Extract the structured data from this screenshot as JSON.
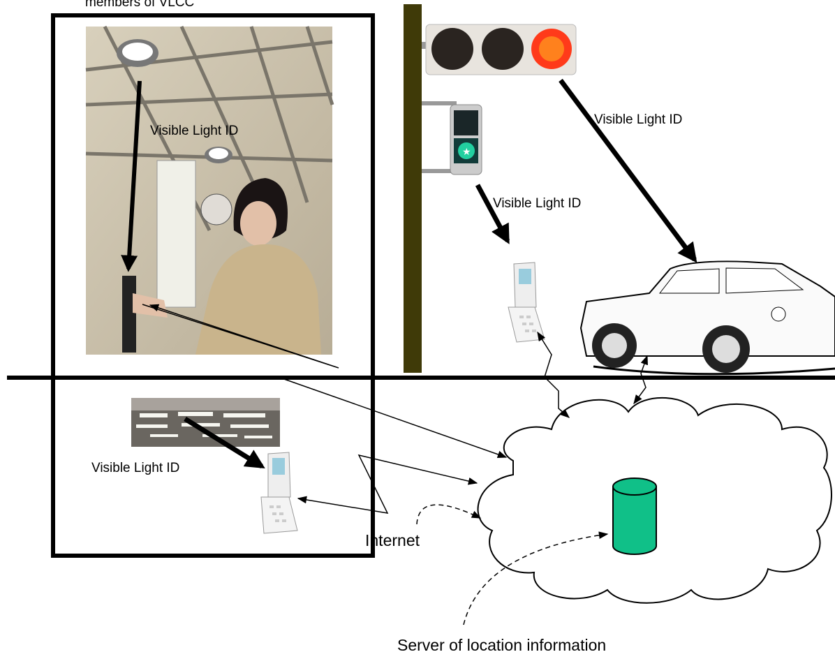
{
  "labels": {
    "top_caption": "members of VLCC",
    "vlid_indoor": "Visible Light ID",
    "vlid_traffic_signal": "Visible Light ID",
    "vlid_pedestrian_signal": "Visible Light ID",
    "vlid_office": "Visible Light ID",
    "internet": "Internet",
    "server": "Server of location information"
  },
  "icons": [
    "ceiling-light-icon",
    "woman-with-phone-photo",
    "traffic-signal-icon",
    "pedestrian-signal-icon",
    "flip-phone-icon",
    "car-icon",
    "office-ceiling-photo",
    "cloud-icon",
    "database-cylinder-icon"
  ],
  "colors": {
    "pole": "#3f3a08",
    "red_light": "#ff3a1a",
    "walk_light": "#22d0a0",
    "server": "#10c088",
    "frame": "#000000"
  }
}
